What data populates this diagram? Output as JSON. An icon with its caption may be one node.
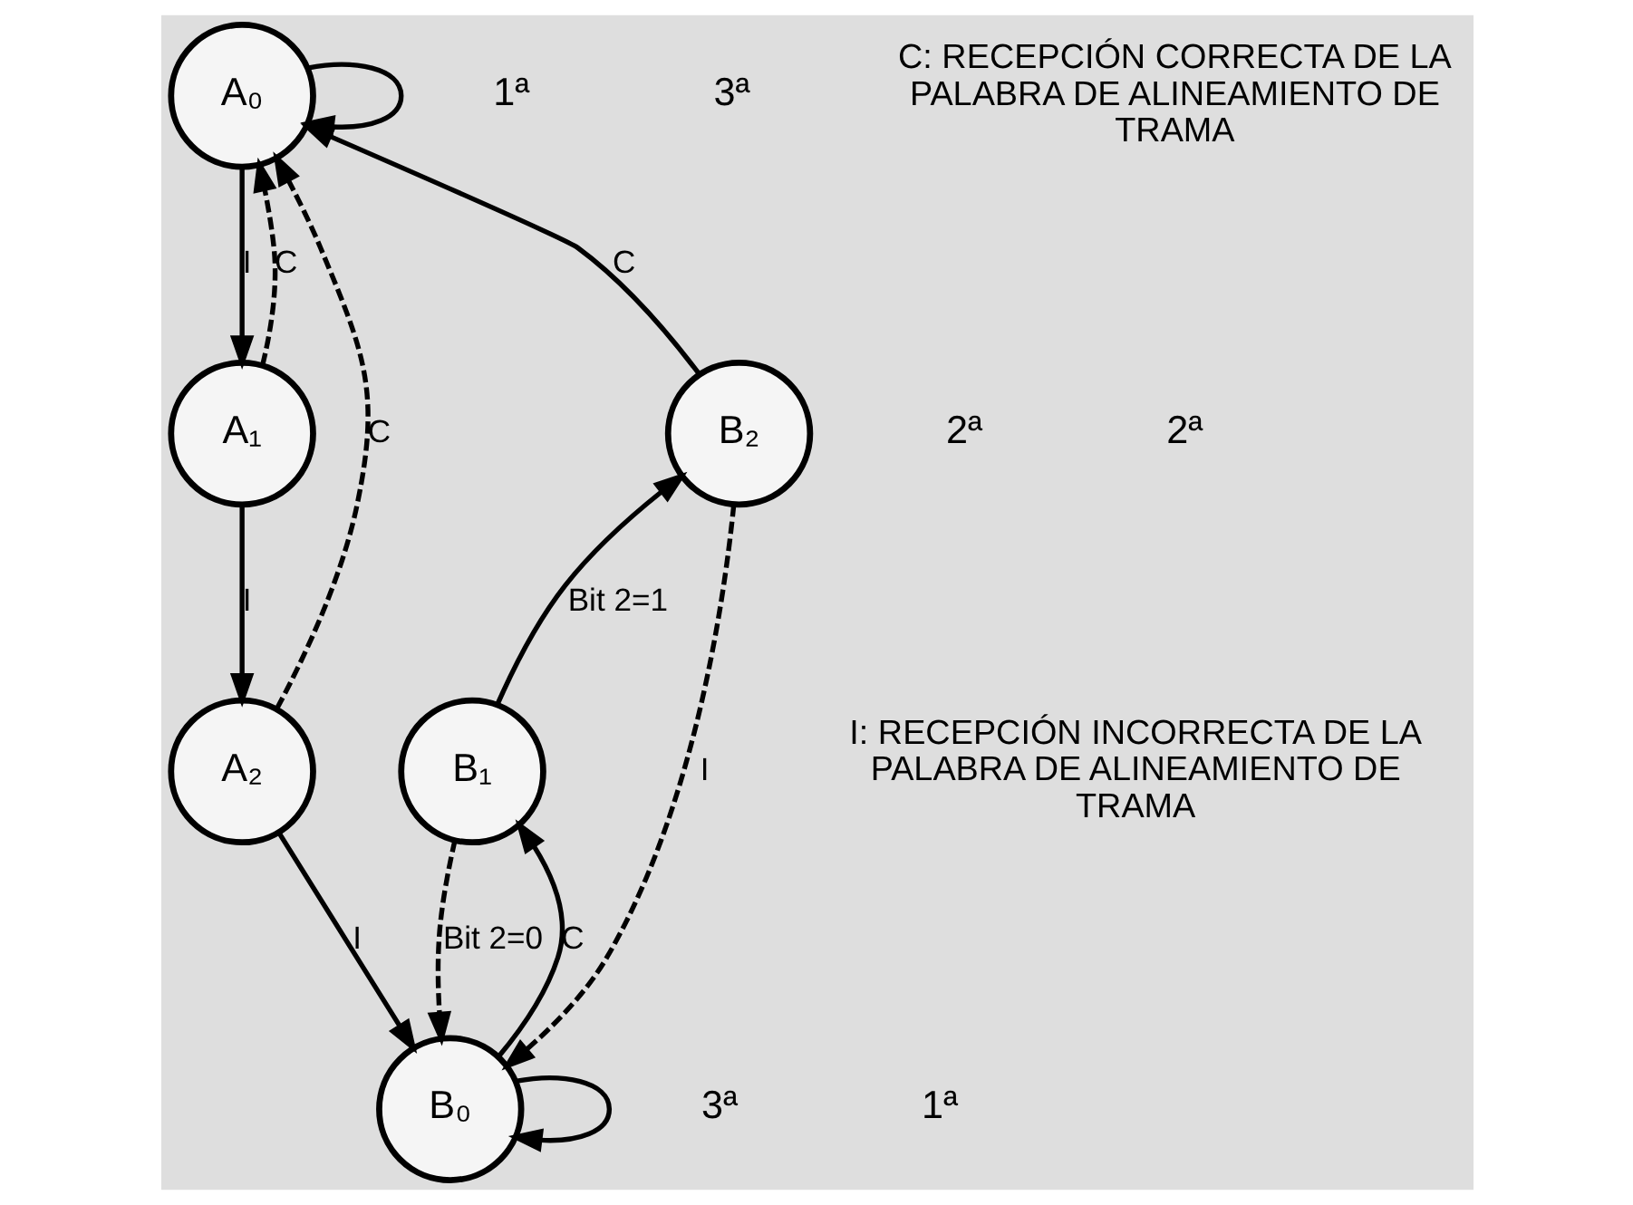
{
  "diagram": {
    "nodes": [
      {
        "text": [
          "A₀"
        ]
      },
      {
        "text": [
          "A₁"
        ]
      },
      {
        "text": [
          "A₂"
        ]
      },
      {
        "text": [
          "B₀"
        ]
      },
      {
        "text": [
          "B₁"
        ]
      },
      {
        "text": [
          "B₂"
        ]
      }
    ],
    "edges": [
      {
        "from": 0,
        "to": 0,
        "arrow": "to"
      },
      {
        "from": 0,
        "to": 1,
        "arrow": "to",
        "label": "I"
      },
      {
        "from": 1,
        "to": 0,
        "arrow": "to",
        "label": "C",
        "style": "dashed"
      },
      {
        "from": 5,
        "to": 0,
        "arrow": "to",
        "label": "C"
      },
      {
        "from": 1,
        "to": 2,
        "arrow": "to",
        "label": "I"
      },
      {
        "from": 5,
        "to": 3,
        "arrow": "to",
        "label": "I",
        "style": "dashed"
      },
      {
        "from": 4,
        "to": 5,
        "arrow": "to",
        "label": "Bit 2=1"
      },
      {
        "from": 2,
        "to": 0,
        "arrow": "to",
        "label": "C",
        "style": "dashed"
      },
      {
        "from": 4,
        "to": 3,
        "arrow": "to",
        "label": "Bit 2=0",
        "style": "dashed"
      },
      {
        "from": 2,
        "to": 3,
        "arrow": "to",
        "label": "I"
      },
      {
        "from": 3,
        "to": 4,
        "arrow": "to",
        "label": "C"
      },
      {
        "from": 3,
        "to": 3,
        "arrow": "to"
      }
    ],
    "labels": [
      "1ª",
      "3ª",
      "C: RECEPCIÓN CORRECTA DE LA PALABRA DE ALINEAMIENTO DE TRAMA",
      "2ª",
      "2ª",
      "I: RECEPCIÓN INCORRECTA DE LA PALABRA DE ALINEAMIENTO DE TRAMA",
      "3ª",
      "1ª"
    ]
  }
}
